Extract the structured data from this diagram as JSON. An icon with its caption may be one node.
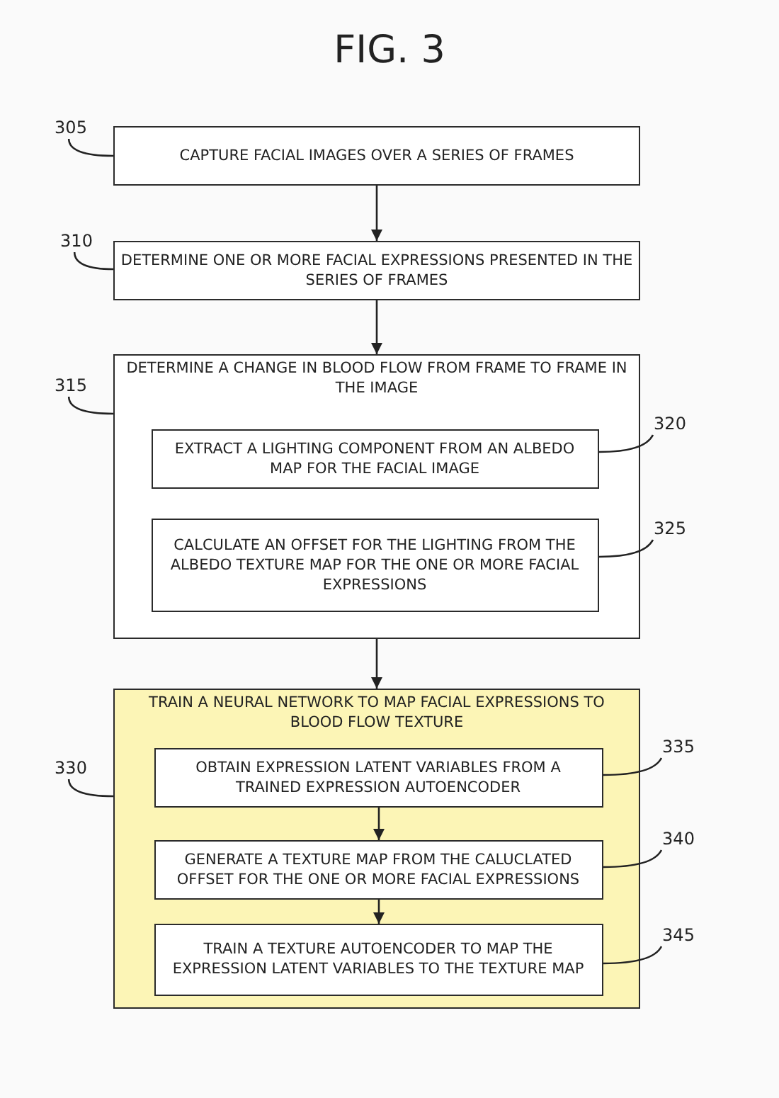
{
  "diagram": {
    "title": "FIG. 3",
    "nodes": [
      {
        "text": [
          "305"
        ]
      },
      {
        "text": [
          "CAPTURE FACIAL IMAGES OVER A SERIES OF FRAMES"
        ]
      },
      {
        "text": [
          "310"
        ]
      },
      {
        "text": [
          "DETERMINE ONE OR MORE FACIAL EXPRESSIONS PRESENTED IN THE SERIES OF FRAMES"
        ]
      },
      {
        "text": [
          "315"
        ]
      },
      {
        "text": [
          "DETERMINE A CHANGE IN BLOOD FLOW FROM FRAME TO FRAME IN THE IMAGE"
        ]
      },
      {
        "text": [
          "320"
        ]
      },
      {
        "text": [
          "EXTRACT A LIGHTING COMPONENT FROM AN ALBEDO MAP FOR THE FACIAL IMAGE"
        ],
        "in": 5
      },
      {
        "text": [
          "325"
        ]
      },
      {
        "text": [
          "CALCULATE AN OFFSET FOR THE LIGHTING FROM THE ALBEDO TEXTURE MAP FOR THE ONE OR MORE FACIAL EXPRESSIONS"
        ],
        "in": 5
      },
      {
        "text": [
          "330"
        ]
      },
      {
        "text": [
          "TRAIN A NEURAL NETWORK TO MAP FACIAL EXPRESSIONS TO BLOOD FLOW TEXTURE"
        ]
      },
      {
        "text": [
          "335"
        ]
      },
      {
        "text": [
          "OBTAIN EXPRESSION LATENT VARIABLES FROM A TRAINED EXPRESSION AUTOENCODER"
        ],
        "in": 11
      },
      {
        "text": [
          "340"
        ]
      },
      {
        "text": [
          "GENERATE A TEXTURE MAP FROM THE CALUCLATED OFFSET FOR THE ONE OR MORE FACIAL EXPRESSIONS"
        ],
        "in": 11
      },
      {
        "text": [
          "345"
        ]
      },
      {
        "text": [
          "TRAIN A TEXTURE AUTOENCODER TO MAP THE EXPRESSION LATENT VARIABLES TO THE TEXTURE MAP"
        ],
        "in": 11
      }
    ],
    "edges": [
      {
        "from": 0,
        "to": 1,
        "arrow": "none"
      },
      {
        "from": 1,
        "to": 3,
        "arrow": "to"
      },
      {
        "from": 2,
        "to": 3,
        "arrow": "none"
      },
      {
        "from": 3,
        "to": 5,
        "arrow": "to"
      },
      {
        "from": 4,
        "to": 5,
        "arrow": "none"
      },
      {
        "from": 6,
        "to": 7,
        "arrow": "none"
      },
      {
        "from": 8,
        "to": 9,
        "arrow": "none"
      },
      {
        "from": 5,
        "to": 11,
        "arrow": "to"
      },
      {
        "from": 10,
        "to": 11,
        "arrow": "none"
      },
      {
        "from": 12,
        "to": 13,
        "arrow": "none"
      },
      {
        "from": 13,
        "to": 15,
        "arrow": "to"
      },
      {
        "from": 14,
        "to": 15,
        "arrow": "none"
      },
      {
        "from": 15,
        "to": 17,
        "arrow": "to"
      },
      {
        "from": 16,
        "to": 17,
        "arrow": "none"
      }
    ]
  }
}
